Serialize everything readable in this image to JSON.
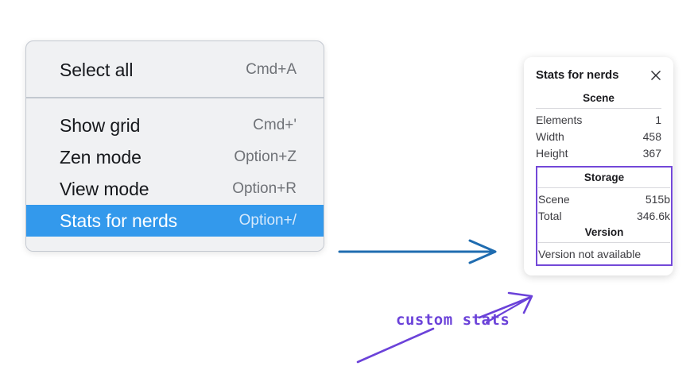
{
  "menu": {
    "groups": [
      {
        "name": "primary",
        "items": [
          {
            "label": "Select all",
            "shortcut": "Cmd+A",
            "selected": false
          }
        ]
      },
      {
        "name": "view",
        "items": [
          {
            "label": "Show grid",
            "shortcut": "Cmd+'",
            "selected": false
          },
          {
            "label": "Zen mode",
            "shortcut": "Option+Z",
            "selected": false
          },
          {
            "label": "View mode",
            "shortcut": "Option+R",
            "selected": false
          },
          {
            "label": "Stats for nerds",
            "shortcut": "Option+/",
            "selected": true
          }
        ]
      }
    ],
    "highlight_color": "#3399ec"
  },
  "stats_panel": {
    "title": "Stats for nerds",
    "close_icon": "close-icon",
    "sections": [
      {
        "title": "Scene",
        "highlighted": false,
        "rows": [
          {
            "key": "Elements",
            "value": "1"
          },
          {
            "key": "Width",
            "value": "458"
          },
          {
            "key": "Height",
            "value": "367"
          }
        ]
      },
      {
        "title": "Storage",
        "highlighted": true,
        "rows": [
          {
            "key": "Scene",
            "value": "515b"
          },
          {
            "key": "Total",
            "value": "346.6k"
          }
        ]
      },
      {
        "title": "Version",
        "highlighted": true,
        "text": "Version not available"
      }
    ],
    "highlight_border_color": "#7348d8"
  },
  "annotations": {
    "blue_arrow_color": "#1f6cb0",
    "purple_color": "#6b42d9",
    "handwritten_note": "custom stats"
  }
}
